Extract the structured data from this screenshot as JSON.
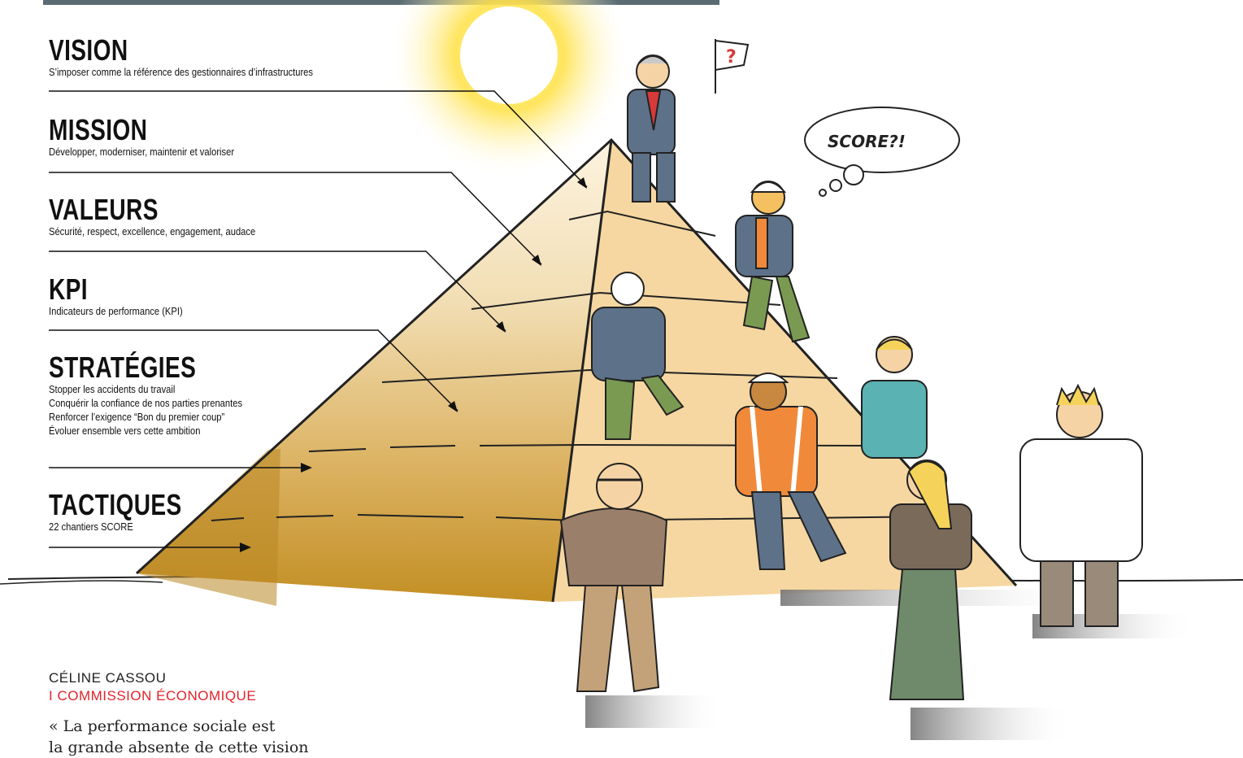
{
  "levels": [
    {
      "title": "VISION",
      "lines": [
        "S’imposer comme la référence des gestionnaires d’infrastructures"
      ]
    },
    {
      "title": "MISSION",
      "lines": [
        "Développer, moderniser, maintenir et valoriser"
      ]
    },
    {
      "title": "VALEURS",
      "lines": [
        "Sécurité, respect, excellence, engagement, audace"
      ]
    },
    {
      "title": "KPI",
      "lines": [
        "Indicateurs de performance (KPI)"
      ]
    },
    {
      "title": "STRATÉGIES",
      "lines": [
        "Stopper les accidents du travail",
        "Conquérir la confiance de nos parties prenantes",
        "Renforcer l’exigence “Bon du premier coup”",
        "Évoluer ensemble vers cette ambition"
      ]
    },
    {
      "title": "TACTIQUES",
      "lines": [
        "22 chantiers SCORE"
      ]
    }
  ],
  "speech_bubble": "SCORE?!",
  "flag_mark": "?",
  "author": {
    "name": "CÉLINE CASSOU",
    "role": "I COMMISSION ÉCONOMIQUE"
  },
  "quote": {
    "line1": "« La performance sociale est",
    "line2": "la grande absente de cette vision"
  },
  "colors": {
    "accent_red": "#e2232a",
    "top_bar": "#5a6b72",
    "sun": "#ffe24d",
    "pyramid_dark": "#c89a30",
    "pyramid_light": "#f6d7a1"
  }
}
